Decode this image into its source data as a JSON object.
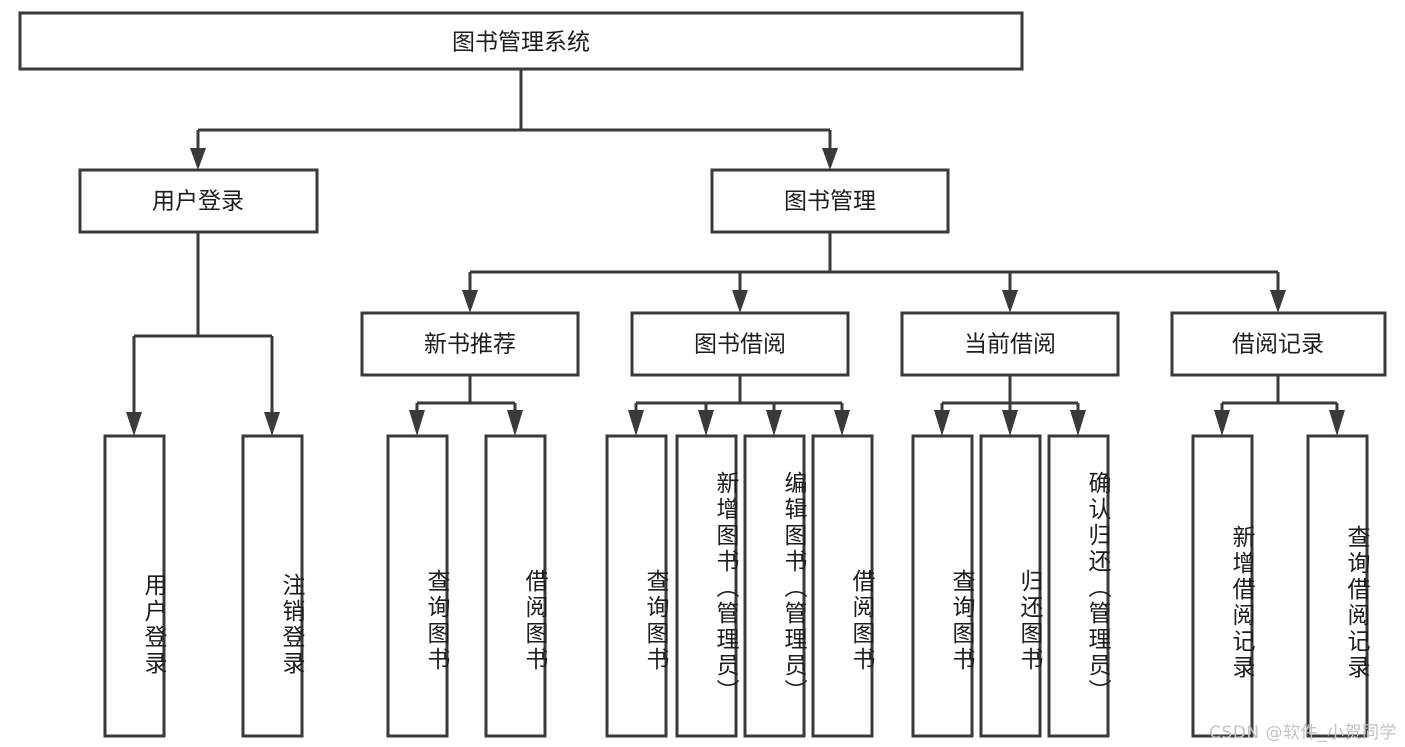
{
  "diagram": {
    "type": "tree-hierarchy",
    "title": "图书管理系统",
    "orientation": "top-down",
    "background_color": "#ffffff",
    "line_color": "#3a3a3a",
    "text_color": "#1d1d1d",
    "root": {
      "label": "图书管理系统",
      "children": [
        {
          "label": "用户登录",
          "children": [
            {
              "label": "用户登录"
            },
            {
              "label": "注销登录"
            }
          ]
        },
        {
          "label": "图书管理",
          "children": [
            {
              "label": "新书推荐",
              "children": [
                {
                  "label": "查询图书"
                },
                {
                  "label": "借阅图书"
                }
              ]
            },
            {
              "label": "图书借阅",
              "children": [
                {
                  "label": "查询图书"
                },
                {
                  "label": "新增图书（管理员）"
                },
                {
                  "label": "编辑图书（管理员）"
                },
                {
                  "label": "借阅图书"
                }
              ]
            },
            {
              "label": "当前借阅",
              "children": [
                {
                  "label": "查询图书"
                },
                {
                  "label": "归还图书"
                },
                {
                  "label": "确认归还（管理员）"
                }
              ]
            },
            {
              "label": "借阅记录",
              "children": [
                {
                  "label": "新增借阅记录"
                },
                {
                  "label": "查询借阅记录"
                }
              ]
            }
          ]
        }
      ]
    }
  },
  "nodes": {
    "root": "图书管理系统",
    "level2": [
      "用户登录",
      "图书管理"
    ],
    "level3": [
      "新书推荐",
      "图书借阅",
      "当前借阅",
      "借阅记录"
    ],
    "leaves": [
      "用户登录",
      "注销登录",
      "查询图书",
      "借阅图书",
      "查询图书",
      "新增图书（管理员）",
      "编辑图书（管理员）",
      "借阅图书",
      "查询图书",
      "归还图书",
      "确认归还（管理员）",
      "新增借阅记录",
      "查询借阅记录"
    ]
  },
  "watermark": {
    "text": "CSDN @软件_小贺同学"
  }
}
